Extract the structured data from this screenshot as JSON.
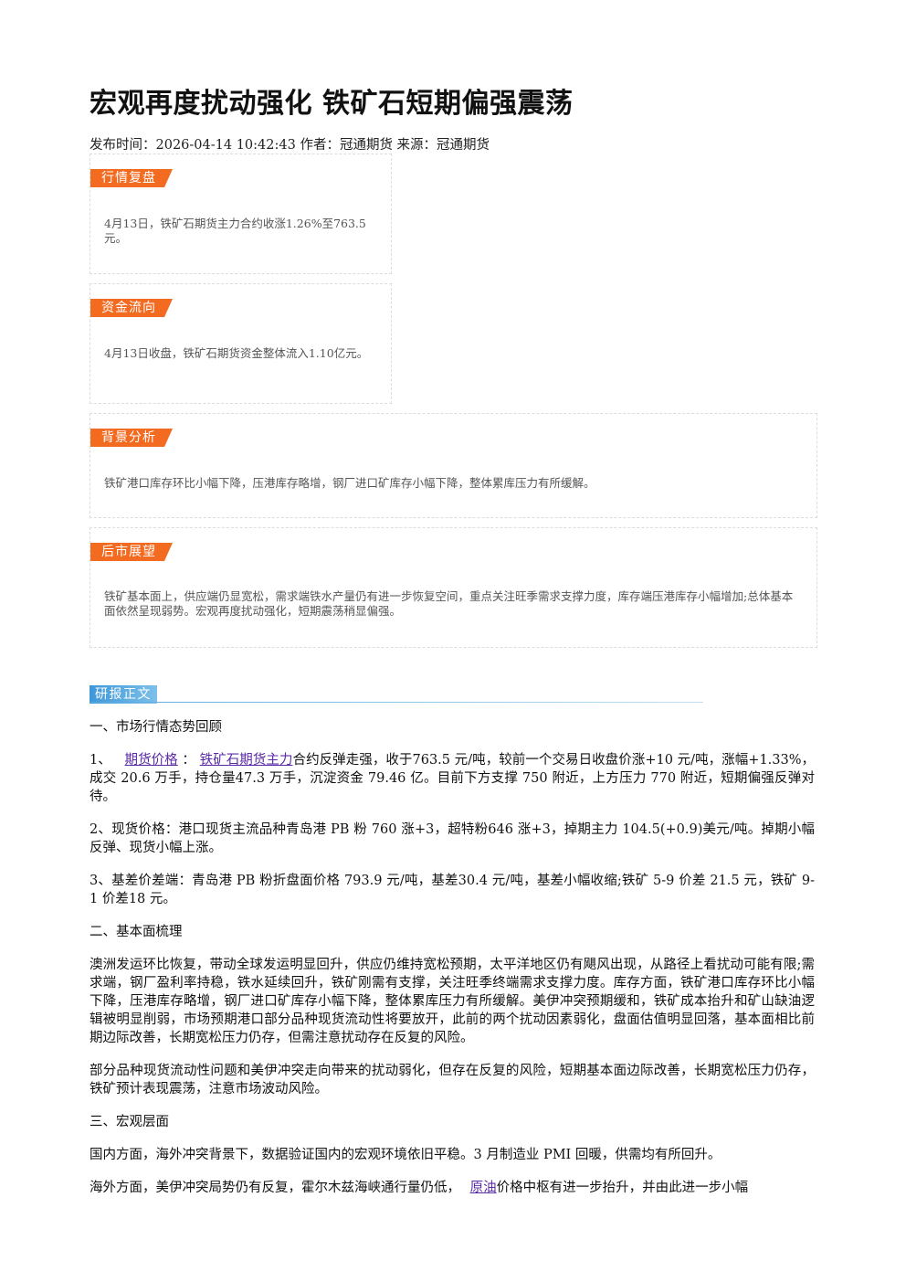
{
  "title": "宏观再度扰动强化 铁矿石短期偏强震荡",
  "meta": "发布时间：2026-04-14 10:42:43 作者：冠通期货 来源：冠通期货",
  "boxes": {
    "market": {
      "tag": "行情复盘",
      "text": "4月13日，铁矿石期货主力合约收涨1.26%至763.5元。"
    },
    "capital": {
      "tag": "资金流向",
      "text": "4月13日收盘，铁矿石期货资金整体流入1.10亿元。"
    },
    "background": {
      "tag": "背景分析",
      "text": "铁矿港口库存环比小幅下降，压港库存略增，钢厂进口矿库存小幅下降，整体累库压力有所缓解。"
    },
    "outlook": {
      "tag": "后市展望",
      "text": "铁矿基本面上，供应端仍显宽松，需求端铁水产量仍有进一步恢复空间，重点关注旺季需求支撑力度，库存端压港库存小幅增加;总体基本面依然呈现弱势。宏观再度扰动强化，短期震荡稍显偏强。"
    }
  },
  "report": {
    "tag": "研报正文",
    "s1": "一、市场行情态势回顾",
    "p1_prefix": "1、",
    "p1_link1": "期货价格",
    "p1_colon": "：",
    "p1_link2": "铁矿石期货主力",
    "p1_rest": "合约反弹走强，收于763.5 元/吨，较前一个交易日收盘价涨+10 元/吨，涨幅+1.33%，成交 20.6 万手，持仓量47.3 万手，沉淀资金 79.46 亿。目前下方支撑 750 附近，上方压力 770 附近，短期偏强反弹对待。",
    "p2": "2、现货价格：港口现货主流品种青岛港 PB 粉 760 涨+3，超特粉646 涨+3，掉期主力 104.5(+0.9)美元/吨。掉期小幅反弹、现货小幅上涨。",
    "p3": "3、基差价差端：青岛港 PB 粉折盘面价格 793.9 元/吨，基差30.4 元/吨，基差小幅收缩;铁矿 5-9 价差 21.5 元，铁矿 9-1 价差18 元。",
    "s2": "二、基本面梳理",
    "p4": "澳洲发运环比恢复，带动全球发运明显回升，供应仍维持宽松预期，太平洋地区仍有飓风出现，从路径上看扰动可能有限;需求端，钢厂盈利率持稳，铁水延续回升，铁矿刚需有支撑，关注旺季终端需求支撑力度。库存方面，铁矿港口库存环比小幅下降，压港库存略增，钢厂进口矿库存小幅下降，整体累库压力有所缓解。美伊冲突预期缓和，铁矿成本抬升和矿山缺油逻辑被明显削弱，市场预期港口部分品种现货流动性将要放开，此前的两个扰动因素弱化，盘面估值明显回落，基本面相比前期边际改善，长期宽松压力仍存，但需注意扰动存在反复的风险。",
    "p5": "部分品种现货流动性问题和美伊冲突走向带来的扰动弱化，但存在反复的风险，短期基本面边际改善，长期宽松压力仍存，铁矿预计表现震荡，注意市场波动风险。",
    "s3": "三、宏观层面",
    "p6": "国内方面，海外冲突背景下，数据验证国内的宏观环境依旧平稳。3 月制造业 PMI 回暖，供需均有所回升。",
    "p7_prefix": "海外方面，美伊冲突局势仍有反复，霍尔木兹海峡通行量仍低，",
    "p7_link": "原油",
    "p7_rest": "价格中枢有进一步抬升，并由此进一步小幅"
  }
}
